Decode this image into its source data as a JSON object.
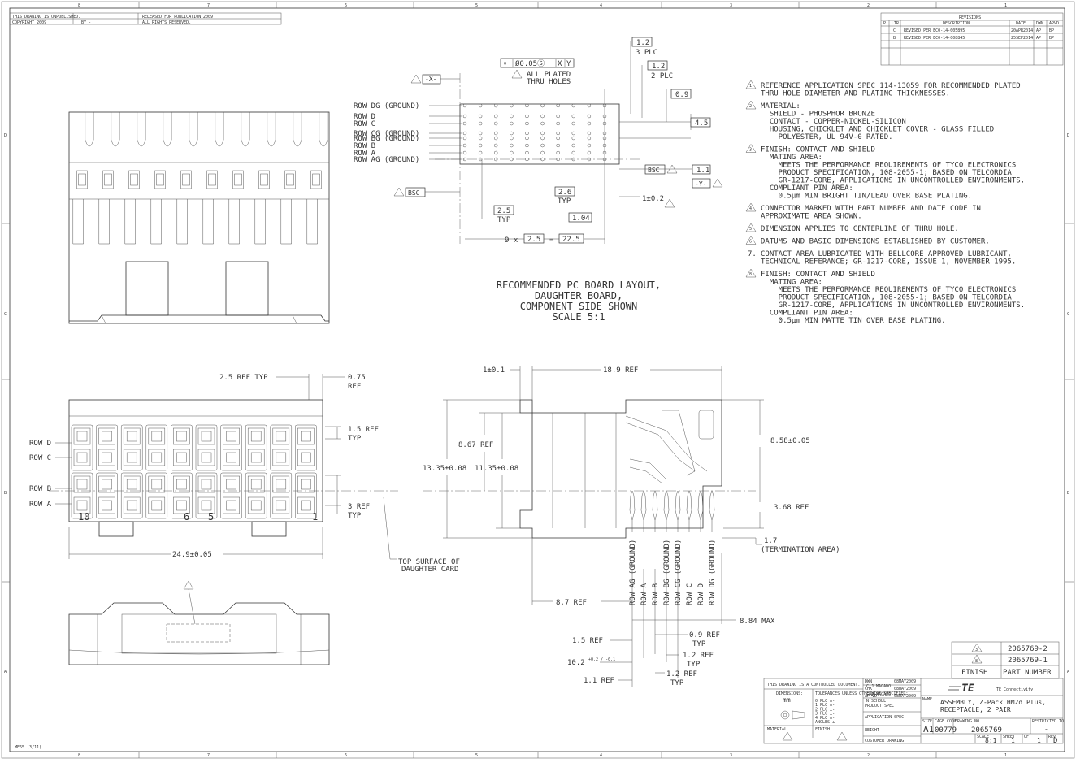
{
  "zones_top": [
    "8",
    "7",
    "6",
    "5",
    "4",
    "3",
    "2",
    "1"
  ],
  "zones_side": [
    "D",
    "C",
    "B",
    "A"
  ],
  "header": {
    "line1": "THIS DRAWING IS UNPUBLISHED.",
    "line1b": "RELEASED FOR PUBLICATION",
    "line1c": "2009",
    "line2": "COPYRIGHT 2009",
    "line2b": "BY -",
    "line2c": "ALL RIGHTS RESERVED."
  },
  "revisions": {
    "title": "REVISIONS",
    "columns": [
      "P",
      "LTR",
      "DESCRIPTION",
      "DATE",
      "DWN",
      "APVD"
    ],
    "rows": [
      {
        "ltr": "C",
        "desc": "REVISED PER ECO-14-005895",
        "date": "20APR2014",
        "dwn": "AP",
        "apvd": "BP"
      },
      {
        "ltr": "B",
        "desc": "REVISED PER ECO-14-008845",
        "date": "25SEP2014",
        "dwn": "AP",
        "apvd": "BP"
      }
    ]
  },
  "notes": [
    {
      "num": "1",
      "lines": [
        "REFERENCE APPLICATION SPEC 114-13059 FOR RECOMMENDED PLATED",
        "THRU HOLE DIAMETER AND PLATING THICKNESSES."
      ]
    },
    {
      "num": "2",
      "lines": [
        "MATERIAL:",
        "  SHIELD - PHOSPHOR BRONZE",
        "  CONTACT - COPPER-NICKEL-SILICON",
        "  HOUSING, CHICKLET AND CHICKLET COVER - GLASS FILLED",
        "    POLYESTER, UL 94V-0 RATED."
      ]
    },
    {
      "num": "3",
      "lines": [
        "FINISH: CONTACT AND SHIELD",
        "  MATING AREA:",
        "    MEETS THE PERFORMANCE REQUIREMENTS OF TYCO ELECTRONICS",
        "    PRODUCT SPECIFICATION, 108-2055-1; BASED ON TELCORDIA",
        "    GR-1217-CORE, APPLICATIONS IN UNCONTROLLED ENVIRONMENTS.",
        "  COMPLIANT PIN AREA:",
        "    0.5μm MIN BRIGHT TIN/LEAD OVER BASE PLATING."
      ]
    },
    {
      "num": "4",
      "lines": [
        "CONNECTOR MARKED WITH PART NUMBER AND DATE CODE IN",
        "APPROXIMATE AREA SHOWN."
      ]
    },
    {
      "num": "5",
      "lines": [
        "DIMENSION APPLIES TO CENTERLINE OF THRU HOLE."
      ]
    },
    {
      "num": "6",
      "lines": [
        "DATUMS AND BASIC DIMENSIONS ESTABLISHED BY CUSTOMER."
      ]
    },
    {
      "num": "7.",
      "lines": [
        "CONTACT AREA LUBRICATED WITH BELLCORE APPROVED LUBRICANT,",
        "TECHNICAL REFERANCE; GR-1217-CORE, ISSUE 1, NOVEMBER 1995."
      ]
    },
    {
      "num": "8",
      "lines": [
        "FINISH: CONTACT AND SHIELD",
        "  MATING AREA:",
        "    MEETS THE PERFORMANCE REQUIREMENTS OF TYCO ELECTRONICS",
        "    PRODUCT SPECIFICATION, 108-2055-1; BASED ON TELCORDIA",
        "    GR-1217-CORE, APPLICATIONS IN UNCONTROLLED ENVIRONMENTS.",
        "  COMPLIANT PIN AREA:",
        "    0.5μm MIN MATTE TIN OVER BASE PLATING."
      ]
    }
  ],
  "pcb": {
    "caption": [
      "RECOMMENDED PC BOARD LAYOUT,",
      "DAUGHTER BOARD,",
      "COMPONENT SIDE SHOWN",
      "SCALE   5:1"
    ],
    "rows": [
      "ROW DG (GROUND)",
      "ROW D",
      "ROW C",
      "ROW CG (GROUND)",
      "ROW BG (GROUND)",
      "ROW B",
      "ROW A",
      "ROW AG (GROUND)"
    ],
    "fcf": [
      "⌖",
      "Ø0.05Ⓢ",
      "X",
      "Y"
    ],
    "plated_note": [
      "ALL PLATED",
      "THRU HOLES"
    ],
    "datum_x": "-X-",
    "datum_y": "-Y-",
    "dims": {
      "d12a": "1.2",
      "plc3": "3 PLC",
      "d12b": "1.2",
      "plc2": "2 PLC",
      "d09": "0.9",
      "d45": "4.5",
      "bsc": "BSC",
      "d11": "1.1",
      "d1": "1±0.2",
      "d26": "2.6",
      "typ": "TYP",
      "d104": "1.04",
      "d25": "2.5",
      "pitch_prefix": "9 x",
      "pitch": "2.5",
      "equals": "=",
      "total": "22.5"
    }
  },
  "front": {
    "rows": [
      "ROW D",
      "ROW C",
      "ROW B",
      "ROW A"
    ],
    "pos": [
      "10",
      "6",
      "5",
      "1"
    ],
    "dims": {
      "ref25": "2.5 REF TYP",
      "ref075": "0.75",
      "ref": "REF",
      "ref15": "1.5 REF",
      "typ": "TYP",
      "ref3": "3 REF",
      "width": "24.9±0.05",
      "top_surface": [
        "TOP SURFACE OF",
        "DAUGHTER CARD"
      ]
    }
  },
  "side": {
    "rows": [
      "ROW AG (GROUND)",
      "ROW A",
      "ROW B",
      "ROW BG (GROUND)",
      "ROW CG (GROUND)",
      "ROW C",
      "ROW D",
      "ROW DG (GROUND)"
    ],
    "dims": {
      "d1": "1±0.1",
      "d189": "18.9 REF",
      "d867": "8.67 REF",
      "d1335": "13.35±0.08",
      "d1135": "11.35±0.08",
      "d858": "8.58±0.05",
      "d368": "3.68 REF",
      "d17": "1.7",
      "term": "(TERMINATION AREA)",
      "d87": "8.7 REF",
      "d884": "8.84 MAX",
      "d15": "1.5 REF",
      "d09": "0.9 REF",
      "typ": "TYP",
      "d102": "10.2",
      "tol": "+0.2 / -0.1",
      "d12": "1.2 REF",
      "d11": "1.1 REF"
    }
  },
  "part_table": {
    "rows": [
      {
        "finish": "3",
        "pn": "2065769-2"
      },
      {
        "finish": "8",
        "pn": "2065769-1"
      }
    ],
    "headers": [
      "FINISH",
      "PART NUMBER"
    ]
  },
  "title_block": {
    "controlled": "THIS DRAWING IS A CONTROLLED DOCUMENT.",
    "dimensions": "DIMENSIONS:",
    "units": "mm",
    "tolerances": "TOLERANCES UNLESS OTHERWISE SPECIFIED:",
    "tol_rows": [
      "0 PLC  ±-",
      "1 PLC  ±-",
      "2 PLC  ±-",
      "3 PLC  ±-",
      "4 PLC  ±-",
      "ANGLES ±-"
    ],
    "material": "MATERIAL",
    "finish": "FINISH",
    "dwn": "DWN",
    "dwn_name": "C.J.MAGADO",
    "dwn_date": "08MAY2009",
    "chk": "CHK",
    "chk_name": "C.J.MAGADO",
    "chk_date": "08MAY2009",
    "appvd": "APPVD",
    "appvd_name": "N.SCHOLL",
    "appvd_date": "08MAY2009",
    "product_spec": "PRODUCT SPEC",
    "application_spec": "APPLICATION SPEC",
    "weight": "WEIGHT",
    "weight_val": "-",
    "customer": "CUSTOMER DRAWING",
    "logo": "TE",
    "company": "TE Connectivity",
    "name_label": "NAME",
    "name": [
      "ASSEMBLY, Z-Pack HM2d Plus,",
      "RECEPTACLE, 2 PAIR"
    ],
    "size_label": "SIZE",
    "size": "A1",
    "cage_label": "CAGE CODE",
    "cage": "00779",
    "dwg_label": "DRAWING NO",
    "dwg": "2065769",
    "restricted_label": "RESTRICTED TO",
    "restricted": "-",
    "scale_label": "SCALE",
    "scale": "8:1",
    "sheet_label": "SHEET",
    "sheet": "1",
    "of_label": "OF",
    "of": "1",
    "rev_label": "REV",
    "rev": "D"
  },
  "form": "ME65 (3/11)"
}
